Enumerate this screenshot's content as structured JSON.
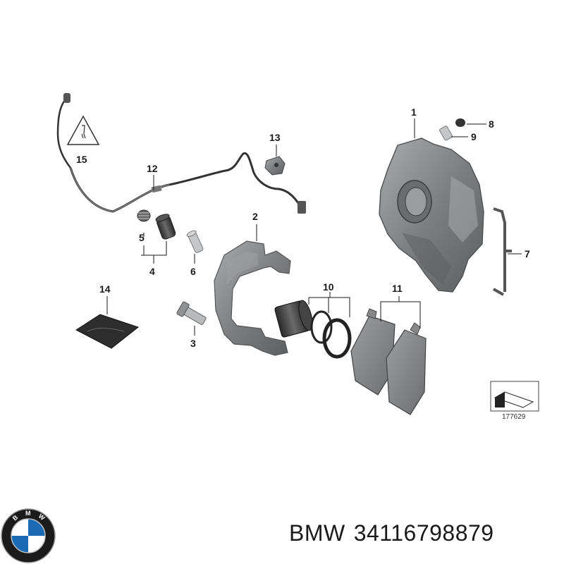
{
  "callouts": {
    "c1": "1",
    "c2": "2",
    "c3": "3",
    "c4": "4",
    "c5": "5",
    "c6": "6",
    "c7": "7",
    "c8": "8",
    "c9": "9",
    "c10": "10",
    "c11": "11",
    "c12": "12",
    "c13": "13",
    "c14": "14",
    "c15": "15"
  },
  "diagram_number": "177629",
  "caption": {
    "brand": "BMW",
    "part_number": "34116798879"
  },
  "logo": {
    "letters": "BMW",
    "colors": {
      "ring": "#1b1b1b",
      "blue": "#1c69b4",
      "white": "#ffffff"
    }
  },
  "colors": {
    "part_fill": "#8a8c8e",
    "part_dark": "#4e5052",
    "part_light": "#b4b6b8",
    "line": "#1a1a1a"
  }
}
